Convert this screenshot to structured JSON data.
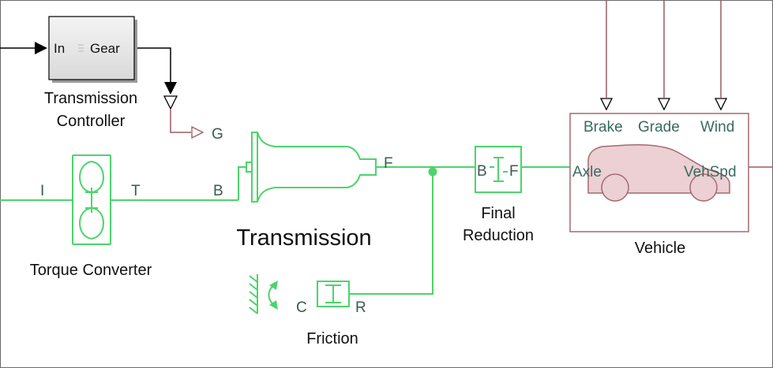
{
  "colors": {
    "physical_line": "#4cd46a",
    "signal_line": "#9a5b63",
    "vehicle_border": "#a36a70",
    "car_fill": "#ecd0d3",
    "port_text": "#3a5a50"
  },
  "transmission_controller": {
    "in_port": "In",
    "out_port": "Gear",
    "caption_line1": "Transmission",
    "caption_line2": "Controller"
  },
  "goto_tag": "G",
  "torque_converter": {
    "port_left": "I",
    "port_right": "T",
    "caption": "Torque Converter"
  },
  "transmission": {
    "port_base": "B",
    "port_follower": "F",
    "caption": "Transmission"
  },
  "final_reduction": {
    "port_base": "B",
    "port_follower": "F",
    "caption_line1": "Final",
    "caption_line2": "Reduction"
  },
  "vehicle": {
    "inputs": [
      "Brake",
      "Grade",
      "Wind"
    ],
    "port_axle": "Axle",
    "port_speed": "VehSpd",
    "caption": "Vehicle"
  },
  "friction": {
    "port_case": "C",
    "port_rod": "R",
    "caption": "Friction"
  }
}
